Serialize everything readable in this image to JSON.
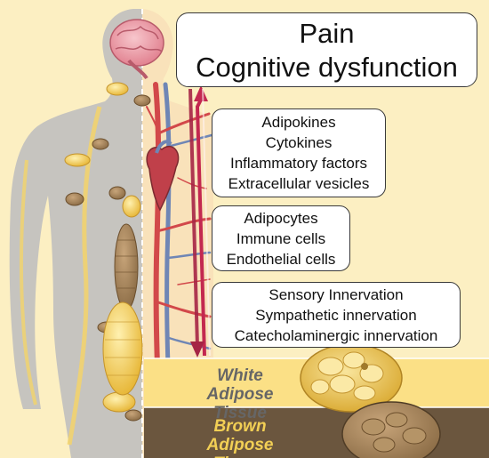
{
  "outcome_box": {
    "lines": [
      "Pain",
      "Cognitive dysfunction"
    ]
  },
  "signals_box": {
    "lines": [
      "Adipokines",
      "Cytokines",
      "Inflammatory factors",
      "Extracellular vesicles"
    ]
  },
  "cells_box": {
    "lines": [
      "Adipocytes",
      "Immune cells",
      "Endothelial cells"
    ]
  },
  "innervation_box": {
    "lines": [
      "Sensory Innervation",
      "Sympathetic innervation",
      "Catecholaminergic innervation"
    ]
  },
  "tissues": {
    "white": {
      "lines": [
        "White",
        "Adipose Tissue"
      ]
    },
    "brown": {
      "lines": [
        "Brown",
        "Adipose Tissue"
      ]
    }
  },
  "colors": {
    "background": "#fcefc2",
    "body_silhouette": "#c6c4bf",
    "white_adipose": "#fbe086",
    "brown_adipose": "#6b563e",
    "fat_cell": "#f1c14a",
    "brain": "#f2a6b0",
    "arrow_up": "#c32850",
    "arrow_down": "#a52545",
    "vessels_red": "#d2484a",
    "vessels_blue": "#6f86b5"
  },
  "icons": [
    "brain-icon",
    "heart-icon",
    "fat-deposit-icon",
    "adipocyte-cluster-icon"
  ]
}
